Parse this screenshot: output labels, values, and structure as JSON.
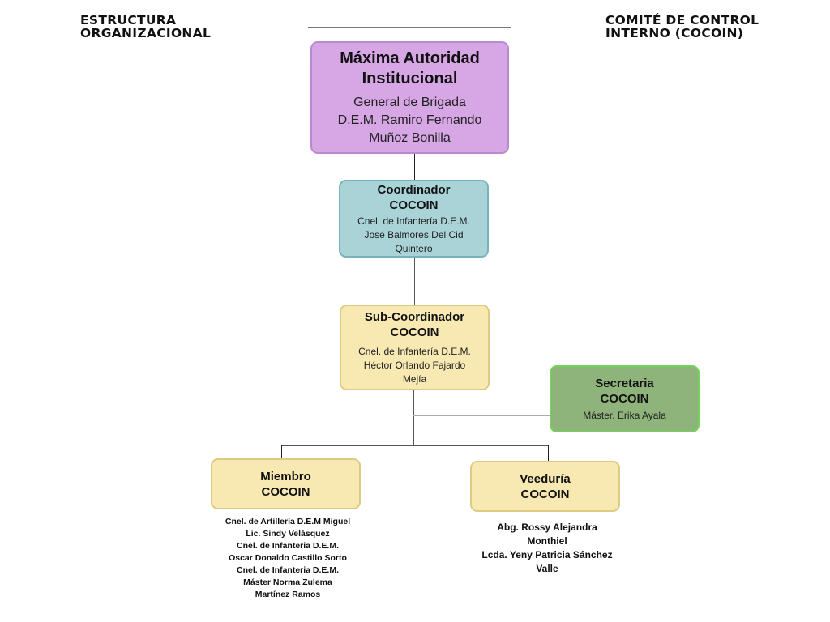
{
  "header": {
    "left_title": "ESTRUCTURA\nORGANIZACIONAL",
    "right_title": "COMITÉ DE CONTROL\nINTERNO (COCOIN)"
  },
  "colors": {
    "maxima_fill": "#d6a6e5",
    "coordinador_fill": "#a9d3d6",
    "yellow_fill": "#f8e9b3",
    "secretaria_fill": "#8fb47b",
    "shadow": "#595867"
  },
  "nodes": {
    "maxima": {
      "title": [
        "Máxima Autoridad",
        "Institucional"
      ],
      "lines": [
        "General de Brigada",
        "D.E.M. Ramiro Fernando",
        "Muñoz Bonilla"
      ]
    },
    "coordinador": {
      "title": [
        "Coordinador",
        "COCOIN"
      ],
      "lines": [
        "Cnel. de Infantería D.E.M.",
        "José Balmores Del Cid",
        "Quintero"
      ]
    },
    "subcoordinador": {
      "title": [
        "Sub-Coordinador",
        "COCOIN"
      ],
      "lines": [
        "Cnel. de Infantería D.E.M.",
        "Héctor Orlando Fajardo",
        "Mejía"
      ]
    },
    "secretaria": {
      "title": [
        "Secretaria",
        "COCOIN"
      ],
      "lines": [
        "Máster. Erika Ayala"
      ]
    },
    "miembro": {
      "title": [
        "Miembro",
        "COCOIN"
      ],
      "names": [
        "Cnel. de Artillería D.E.M Miguel",
        "Lic. Sindy Velásquez",
        "Cnel. de Infanteria D.E.M.",
        "Oscar Donaldo Castillo Sorto",
        "Cnel. de Infanteria D.E.M.",
        "Máster Norma Zulema",
        "Martínez Ramos"
      ]
    },
    "veeduria": {
      "title": [
        "Veeduría",
        "COCOIN"
      ],
      "names": [
        "Abg. Rossy Alejandra",
        "Monthiel",
        "Lcda. Yeny Patricia Sánchez",
        "Valle"
      ]
    }
  }
}
